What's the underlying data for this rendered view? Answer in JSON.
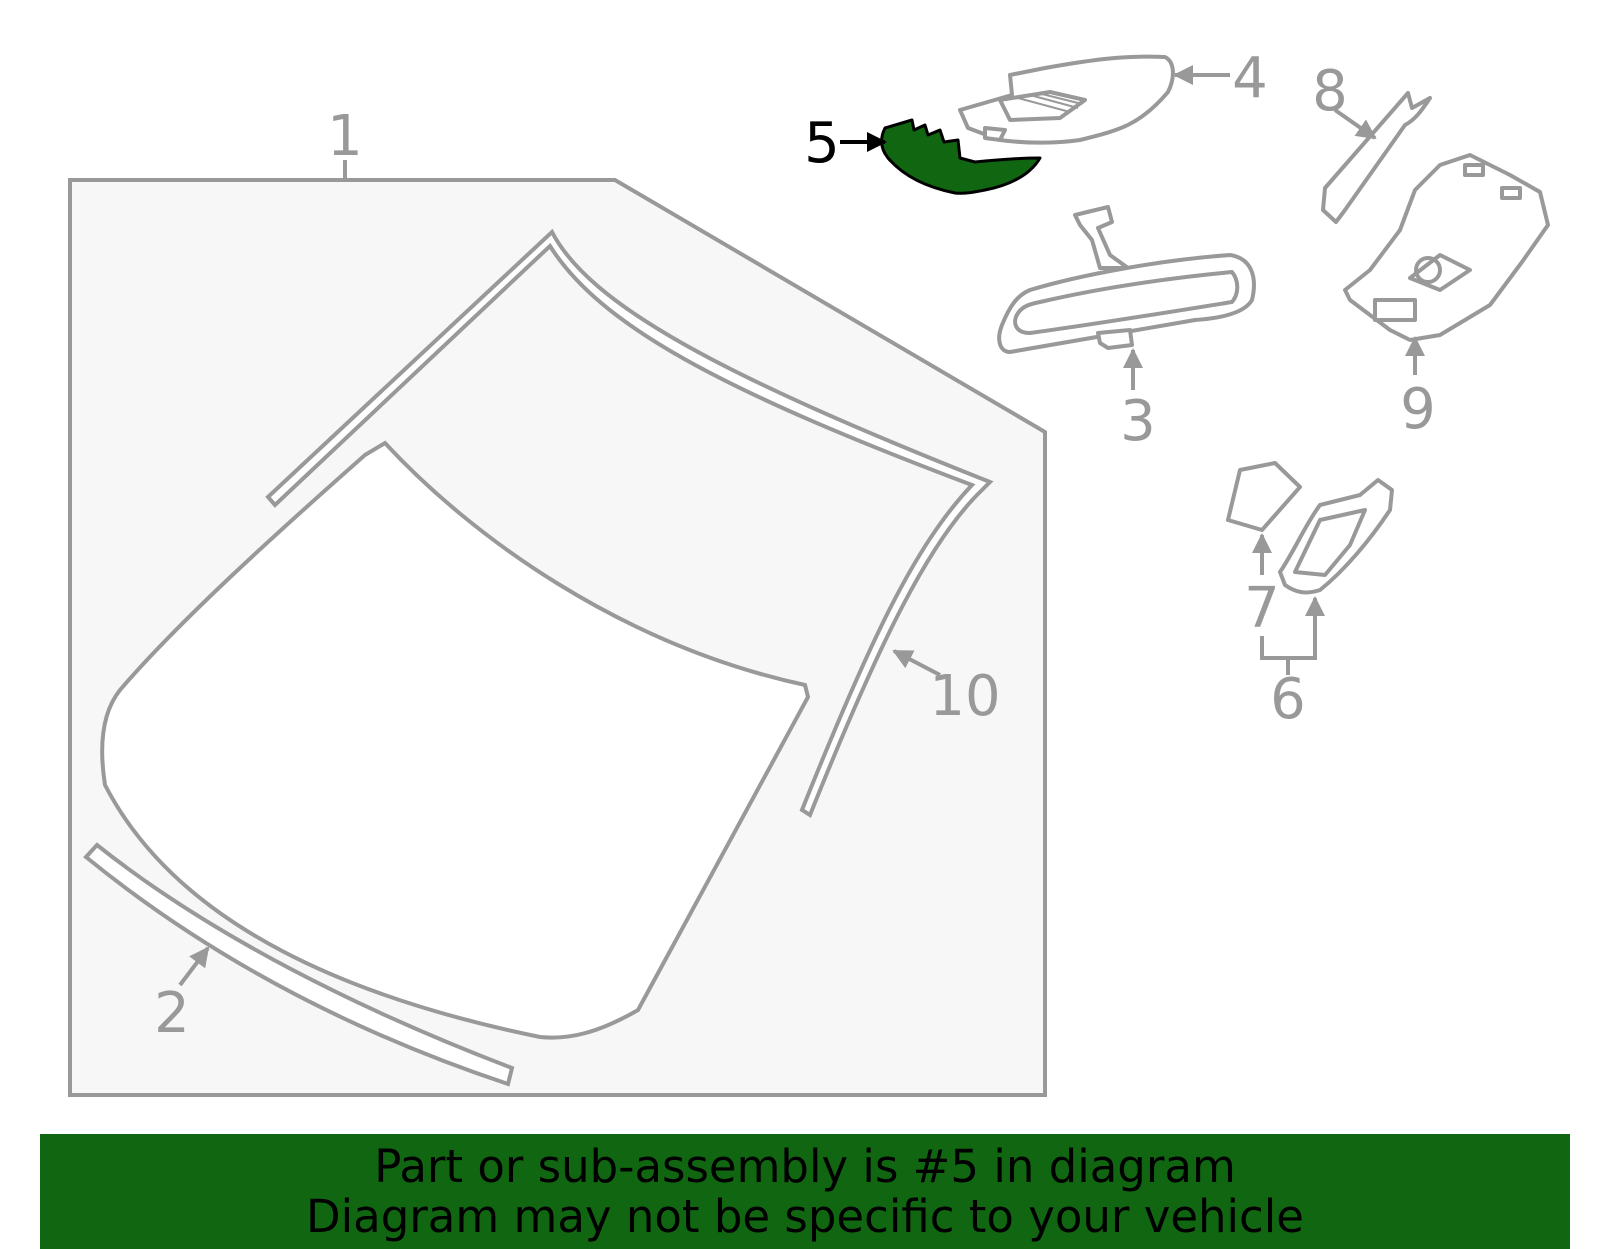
{
  "diagram": {
    "callouts": [
      "1",
      "2",
      "3",
      "4",
      "5",
      "6",
      "7",
      "8",
      "9",
      "10"
    ],
    "highlighted_callout": "5",
    "colors": {
      "line": "#999999",
      "panel": "#f7f7f7",
      "highlight_fill": "#116611",
      "highlight_text": "#000000"
    }
  },
  "banner": {
    "line1": "Part or sub-assembly is #5 in diagram",
    "line2": "Diagram may not be specific to your vehicle",
    "background": "#116611"
  }
}
